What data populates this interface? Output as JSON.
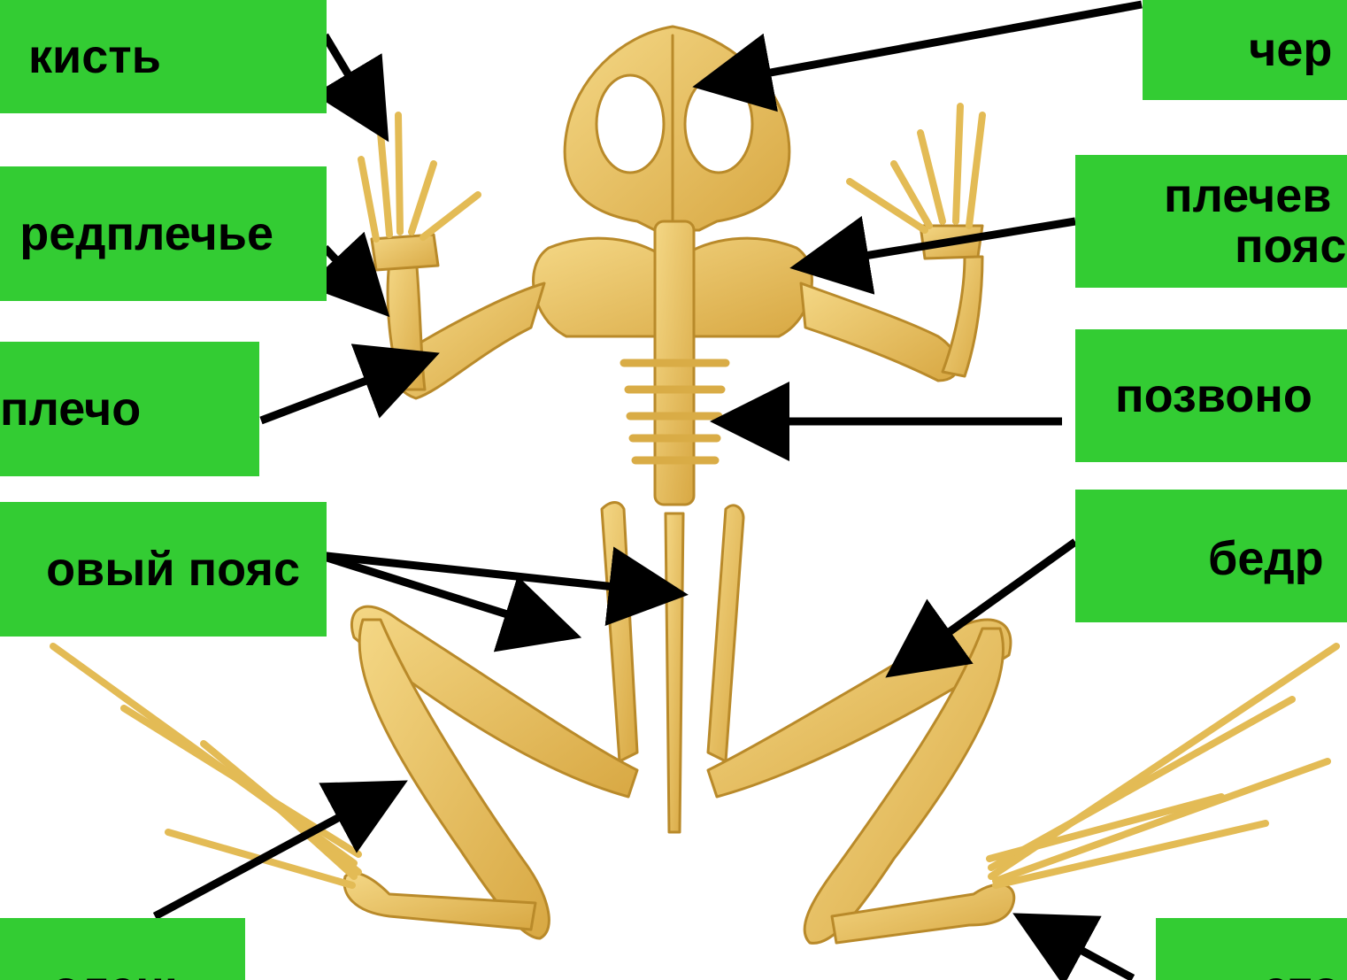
{
  "labels": {
    "kist": "кисть",
    "predplechye": "редплечье",
    "plecho": "плечо",
    "tazovy_poyas": "овый пояс",
    "golen": "олень",
    "cherep": "чер",
    "plechevoy_line1": "плечев",
    "plechevoy_line2": "пояс",
    "pozvonochnik": "позвоно",
    "bedro": "бедр",
    "stopa": "сто"
  },
  "colors": {
    "label_bg": "#33cc33",
    "bone": "#e9c25a",
    "bone_shade": "#c9962e",
    "arrow": "#000000"
  }
}
